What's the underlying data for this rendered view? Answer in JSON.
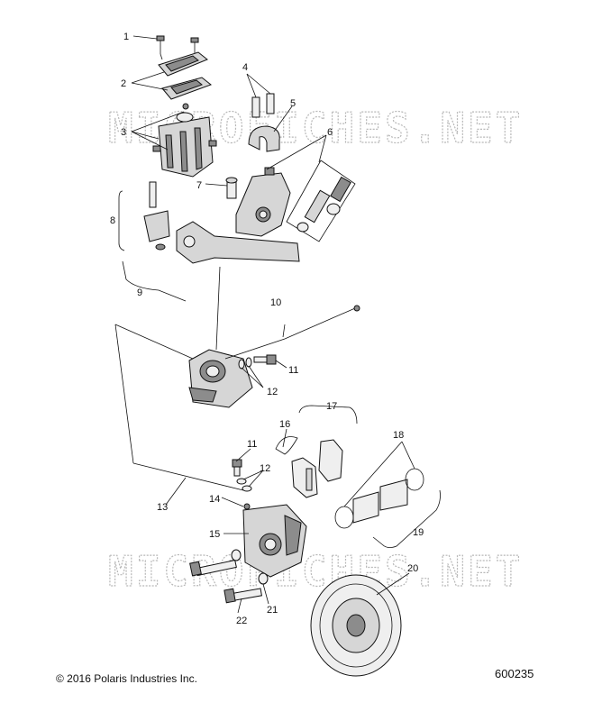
{
  "watermark": "MICROFICHES.NET",
  "callouts": [
    "1",
    "2",
    "3",
    "4",
    "5",
    "6",
    "7",
    "8",
    "9",
    "10",
    "11",
    "12",
    "11",
    "12",
    "13",
    "14",
    "15",
    "16",
    "17",
    "18",
    "19",
    "20",
    "21",
    "22"
  ],
  "footer": {
    "copyright": "© 2016 Polaris Industries Inc.",
    "document_number": "600235"
  }
}
